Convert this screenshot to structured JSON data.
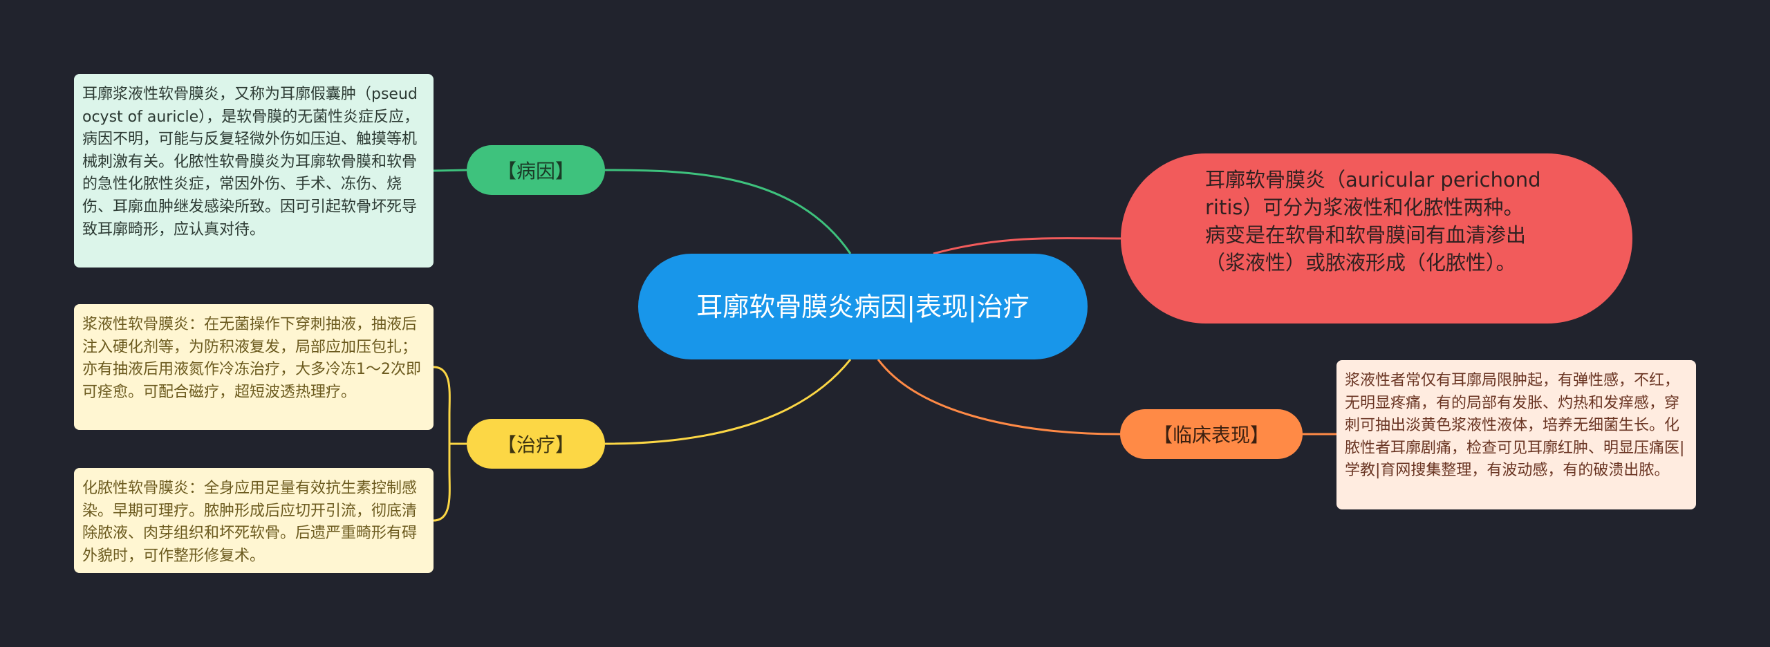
{
  "central": {
    "label": "耳廓软骨膜炎病因|表现|治疗"
  },
  "summary": {
    "text": "耳廓软骨膜炎（auricular perichondritis）可分为浆液性和化脓性两种。病变是在软骨和软骨膜间有血清渗出（浆液性）或脓液形成（化脓性）。"
  },
  "topics": {
    "cause": "【病因】",
    "treatment": "【治疗】",
    "clinical": "【临床表现】"
  },
  "details": {
    "cause": "耳廓浆液性软骨膜炎，又称为耳廓假囊肿（pseudocyst of auricle），是软骨膜的无菌性炎症反应，病因不明，可能与反复轻微外伤如压迫、触摸等机械刺激有关。化脓性软骨膜炎为耳廓软骨膜和软骨的急性化脓性炎症，常因外伤、手术、冻伤、烧伤、耳廓血肿继发感染所致。因可引起软骨坏死导致耳廓畸形，应认真对待。",
    "treatment_serous": "浆液性软骨膜炎：在无菌操作下穿刺抽液，抽液后注入硬化剂等，为防积液复发，局部应加压包扎；亦有抽液后用液氮作冷冻治疗，大多冷冻1～2次即可痊愈。可配合磁疗，超短波透热理疗。",
    "treatment_suppurative": "化脓性软骨膜炎：全身应用足量有效抗生素控制感染。早期可理疗。脓肿形成后应切开引流，彻底清除脓液、肉芽组织和坏死软骨。后遗严重畸形有碍外貌时，可作整形修复术。",
    "clinical": "浆液性者常仅有耳廓局限肿起，有弹性感，不红，无明显疼痛，有的局部有发胀、灼热和发痒感，穿刺可抽出淡黄色浆液性液体，培养无细菌生长。化脓性者耳廓剧痛，检查可见耳廓红肿、明显压痛医|学教|育网搜集整理，有波动感，有的破溃出脓。"
  },
  "colors": {
    "background": "#21232d",
    "central": "#1896ea",
    "summary": "#f25b5b",
    "cause": "#3ec27d",
    "treatment": "#fcd745",
    "clinical": "#ff8a46"
  }
}
